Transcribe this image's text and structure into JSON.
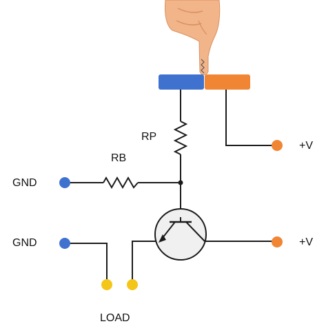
{
  "labels": {
    "rp": "RP",
    "rb": "RB",
    "gnd_top": "GND",
    "gnd_bottom": "GND",
    "vplus_top": "+V",
    "vplus_bottom": "+V",
    "load": "LOAD"
  },
  "colors": {
    "blue": "#3f72cf",
    "orange": "#f08534",
    "yellow": "#f4c619",
    "wire": "#1a1a1a",
    "transistor_fill": "#f0f0f0",
    "skin": "#f2b489",
    "skin_shadow": "#d9905f"
  },
  "icons": {
    "finger": "pointing-finger-icon",
    "transistor": "npn-transistor-icon"
  }
}
